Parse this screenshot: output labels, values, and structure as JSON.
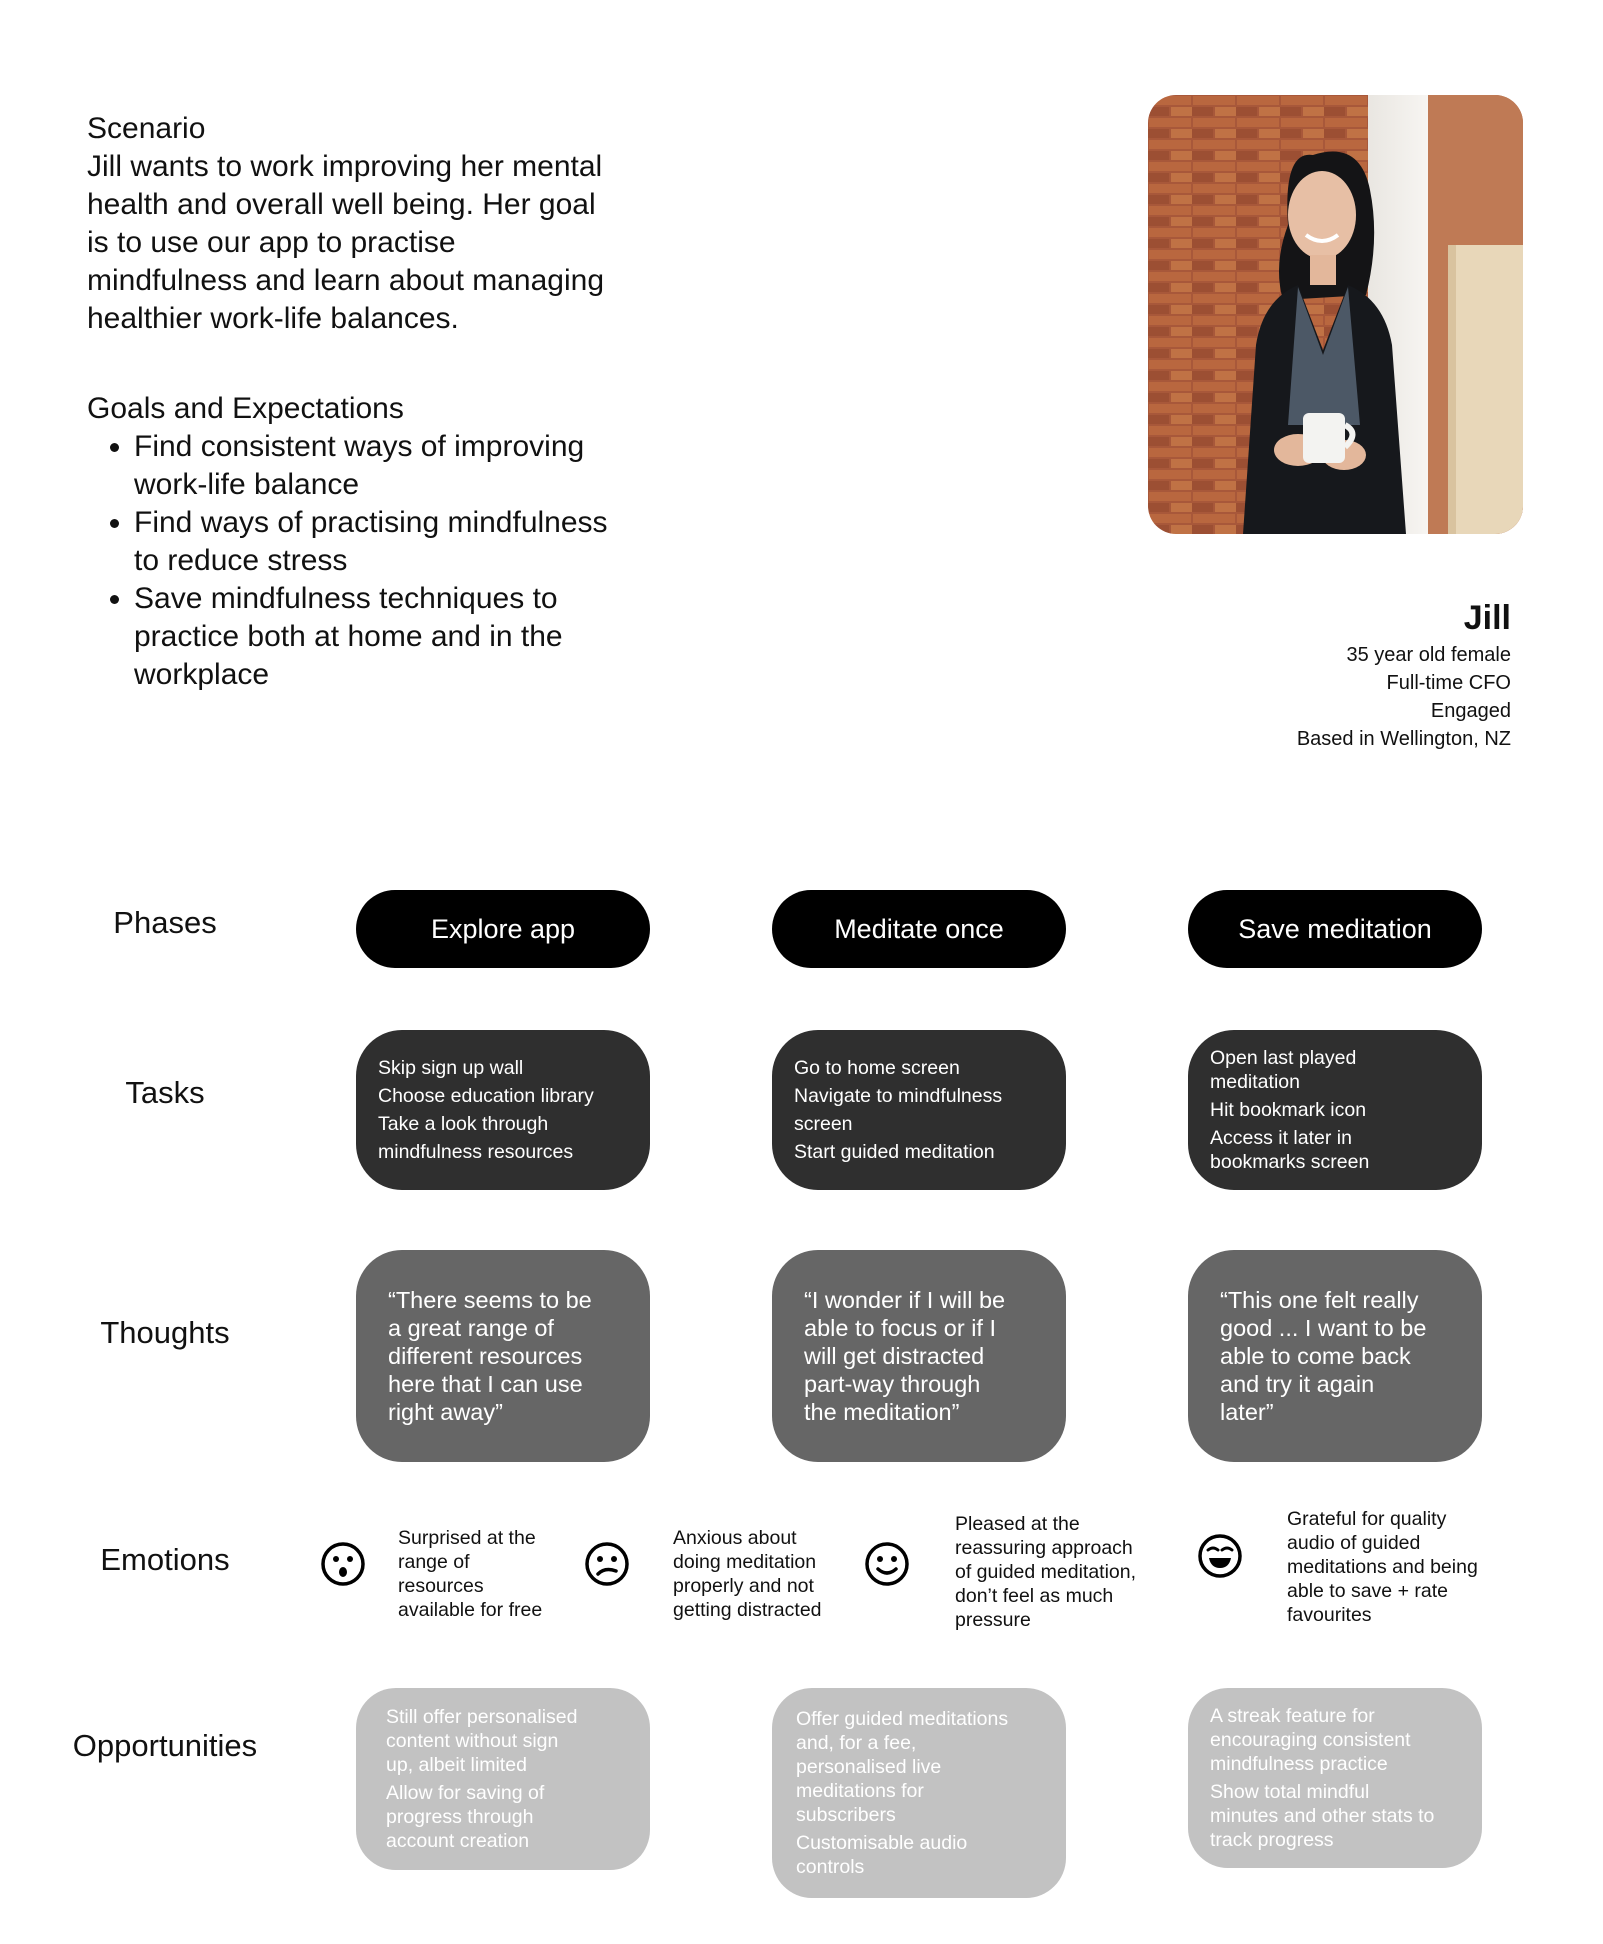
{
  "scenario": {
    "heading": "Scenario",
    "lines": [
      "Jill wants to work improving her mental",
      "health and overall well being. Her goal",
      "is to use our app to practise",
      "mindfulness and learn about managing",
      "healthier work-life balances."
    ]
  },
  "goals": {
    "heading": "Goals and Expectations",
    "items": [
      [
        "Find consistent ways of improving",
        "work-life balance"
      ],
      [
        "Find ways of practising mindfulness",
        "to reduce stress"
      ],
      [
        "Save mindfulness techniques to",
        "practice both at home and in the",
        "workplace"
      ]
    ]
  },
  "persona": {
    "name": "Jill",
    "details": [
      "35 year old female",
      "Full-time CFO",
      "Engaged",
      "Based in Wellington, NZ"
    ]
  },
  "rows": {
    "phases": "Phases",
    "tasks": "Tasks",
    "thoughts": "Thoughts",
    "emotions": "Emotions",
    "opportunities": "Opportunities"
  },
  "phases": [
    "Explore app",
    "Meditate once",
    "Save meditation"
  ],
  "tasks": [
    [
      "Skip sign up wall",
      "Choose education library",
      "Take a look through",
      "mindfulness resources"
    ],
    [
      "Go to home screen",
      "Navigate to mindfulness",
      "screen",
      "Start guided meditation"
    ],
    [
      "Open last played",
      "meditation",
      "Hit bookmark icon",
      "Access it later in",
      "bookmarks screen"
    ]
  ],
  "thoughts": [
    [
      "“There seems to be",
      "a great range of",
      "different resources",
      "here that I can use",
      "right away”"
    ],
    [
      "“I wonder if I will be",
      "able to focus or if I",
      "will get distracted",
      "part-way through",
      "the meditation”"
    ],
    [
      "“This one felt really",
      "good ... I want to be",
      "able to come back",
      "and try it again",
      "later”"
    ]
  ],
  "emotions": [
    {
      "icon": "surprised-face-icon",
      "lines": [
        "Surprised at the",
        "range of",
        "resources",
        "available for free"
      ]
    },
    {
      "icon": "anxious-face-icon",
      "lines": [
        "Anxious about",
        "doing meditation",
        "properly and not",
        "getting distracted"
      ]
    },
    {
      "icon": "pleased-face-icon",
      "lines": [
        "Pleased at the",
        "reassuring approach",
        "of guided meditation,",
        "don’t feel as much",
        "pressure"
      ]
    },
    {
      "icon": "grateful-face-icon",
      "lines": [
        "Grateful for quality",
        "audio of guided",
        "meditations and being",
        "able to save + rate",
        "favourites"
      ]
    }
  ],
  "opportunities": [
    [
      [
        "Still offer personalised",
        "content without sign",
        "up, albeit limited"
      ],
      [
        "Allow for saving of",
        "progress through",
        "account creation"
      ]
    ],
    [
      [
        "Offer guided meditations",
        "and, for a fee,",
        "personalised live",
        "meditations for",
        "subscribers"
      ],
      [
        "Customisable audio",
        "controls"
      ]
    ],
    [
      [
        "A streak feature for",
        "encouraging consistent",
        "mindfulness practice"
      ],
      [
        "Show total mindful",
        "minutes and other stats to",
        "track progress"
      ]
    ]
  ]
}
